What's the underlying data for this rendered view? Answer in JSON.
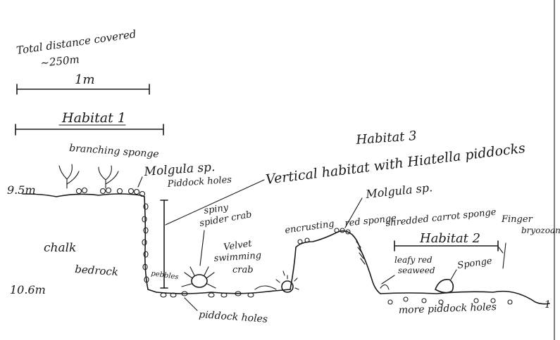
{
  "notes": {
    "total_distance_line1": "Total distance covered",
    "total_distance_line2": "~250m"
  },
  "scale": {
    "label": "1m"
  },
  "habitats": {
    "h1": "Habitat 1",
    "h2": "Habitat 2",
    "h3": "Habitat 3",
    "h3_desc": "Vertical habitat with Hiatella piddocks"
  },
  "depths": {
    "top": "9.5m",
    "bottom": "10.6m"
  },
  "labels": {
    "branching_sponge": "branching sponge",
    "molgula_1": "Molgula sp.",
    "molgula_2": "Molgula sp.",
    "piddock_holes_top": "Piddock holes",
    "spiny_spider_crab_1": "spiny",
    "spiny_spider_crab_2": "spider crab",
    "velvet_crab_1": "Velvet",
    "velvet_crab_2": "swimming",
    "velvet_crab_3": "crab",
    "chalk": "chalk",
    "bedrock": "bedrock",
    "pebbles": "pebbles",
    "piddock_holes_bottom": "piddock holes",
    "encrusting": "encrusting",
    "red_sponge": "red sponge",
    "shredded_carrot_sponge": "shredded carrot sponge",
    "finger_bryozoan_1": "Finger",
    "finger_bryozoan_2": "bryozoan",
    "leafy_red_1": "leafy red",
    "leafy_red_2": "seaweed",
    "sponge": "Sponge",
    "more_piddock_holes": "more piddock holes",
    "edge_mark": "1"
  }
}
